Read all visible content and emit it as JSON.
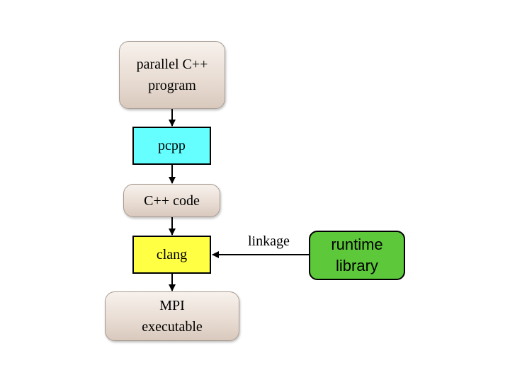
{
  "nodes": {
    "parallel_cpp": "parallel C++\nprogram",
    "pcpp": "pcpp",
    "cpp_code": "C++ code",
    "clang": "clang",
    "mpi_exec": "MPI\nexecutable",
    "runtime_lib": "runtime\nlibrary"
  },
  "edges": {
    "linkage_label": "linkage"
  },
  "colors": {
    "beige_box": "#e9ddd4",
    "pcpp_fill": "#66ffff",
    "clang_fill": "#ffff44",
    "runtime_fill": "#5cc83a",
    "arrow": "#000000"
  }
}
